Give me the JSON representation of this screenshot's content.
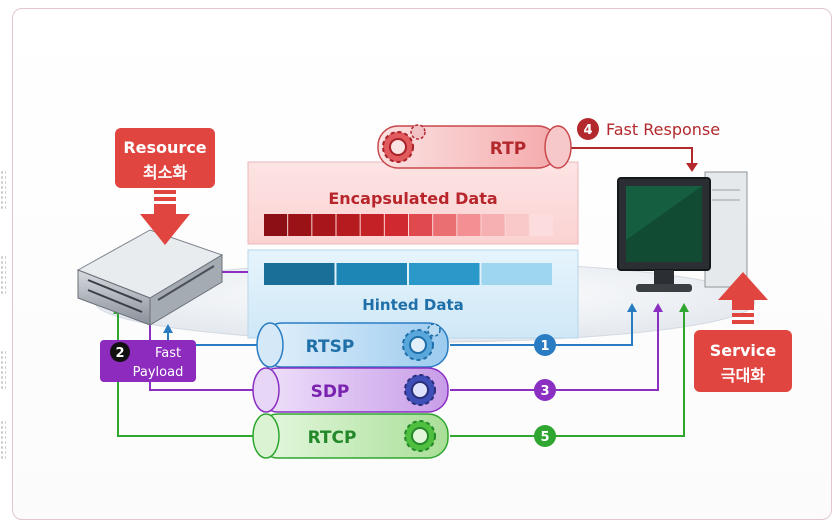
{
  "protocols": [
    {
      "name": "RTP",
      "step": "4"
    },
    {
      "name": "RTSP",
      "step": "1"
    },
    {
      "name": "SDP",
      "step": "3"
    },
    {
      "name": "RTCP",
      "step": "5"
    }
  ],
  "labels": {
    "resource_line1": "Resource",
    "resource_line2": "최소화",
    "service_line1": "Service",
    "service_line2": "극대화",
    "encapsulated": "Encapsulated  Data",
    "hinted": "Hinted  Data",
    "fast_response": "Fast Response",
    "fast_payload_line1": "Fast",
    "fast_payload_line2": "Payload",
    "fast_payload_step": "2"
  },
  "colors": {
    "rtp": "#d9484c",
    "rtsp": "#2a7cc2",
    "sdp": "#8a2fc2",
    "rtcp": "#2fa62f",
    "callout_red": "#e0453f",
    "encap_blocks": [
      "#8b0f14",
      "#9a1116",
      "#a8161b",
      "#b61b20",
      "#c42126",
      "#d0292f",
      "#e04a4f",
      "#ea6f73",
      "#f29093",
      "#f6b0b2",
      "#f9c9ca",
      "#fcdcdd"
    ],
    "hinted_blocks": [
      "#1a6f98",
      "#1e86b4",
      "#2a98c9",
      "#9fd6ef"
    ]
  },
  "icons": [
    "server-icon",
    "computer-icon",
    "gear-icon",
    "arrow-icon"
  ]
}
